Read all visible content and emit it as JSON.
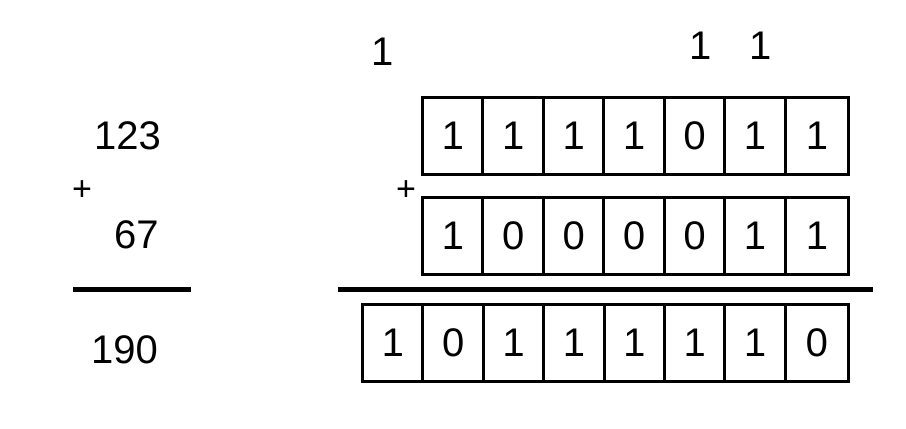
{
  "decimal": {
    "addend1": "123",
    "plus": "+",
    "addend2": "67",
    "sum": "190"
  },
  "binary": {
    "carries": [
      "1",
      "",
      "",
      "",
      "",
      "1",
      "1",
      ""
    ],
    "plus": "+",
    "addend1": [
      "1",
      "1",
      "1",
      "1",
      "0",
      "1",
      "1"
    ],
    "addend2": [
      "1",
      "0",
      "0",
      "0",
      "0",
      "1",
      "1"
    ],
    "sum": [
      "1",
      "0",
      "1",
      "1",
      "1",
      "1",
      "1",
      "0"
    ]
  },
  "colors": {
    "ink": "#000000",
    "background": "#ffffff"
  }
}
